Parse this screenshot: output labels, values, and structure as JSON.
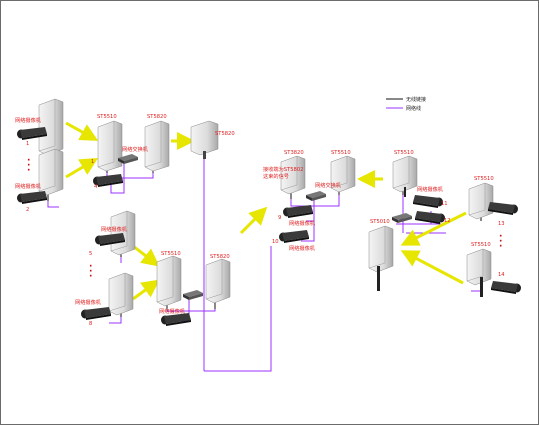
{
  "legend": {
    "wireless": "无线链接",
    "cable": "网络线"
  },
  "labels": {
    "camera": "网络摄像机",
    "switch": "网络交换机",
    "st5820": "ST5820",
    "st5510": "ST5510",
    "st3820": "ST3820",
    "st5010": "ST5010",
    "note_line1": "接收端为ST5802",
    "note_line2": "这束的信号"
  },
  "numbers": {
    "n1": "1",
    "n1b": "1",
    "n2": "2",
    "n4": "4",
    "n5": "5",
    "n8": "8",
    "n9": "9",
    "n10": "10",
    "n11": "11",
    "n12": "12",
    "n13": "13",
    "n14": "14"
  },
  "ellipsis": "·\n·\n·",
  "colors": {
    "wireless_arrow": "#e6e600",
    "cable": "#9b30ff",
    "wire_black": "#111111",
    "label_red": "#e02020"
  }
}
